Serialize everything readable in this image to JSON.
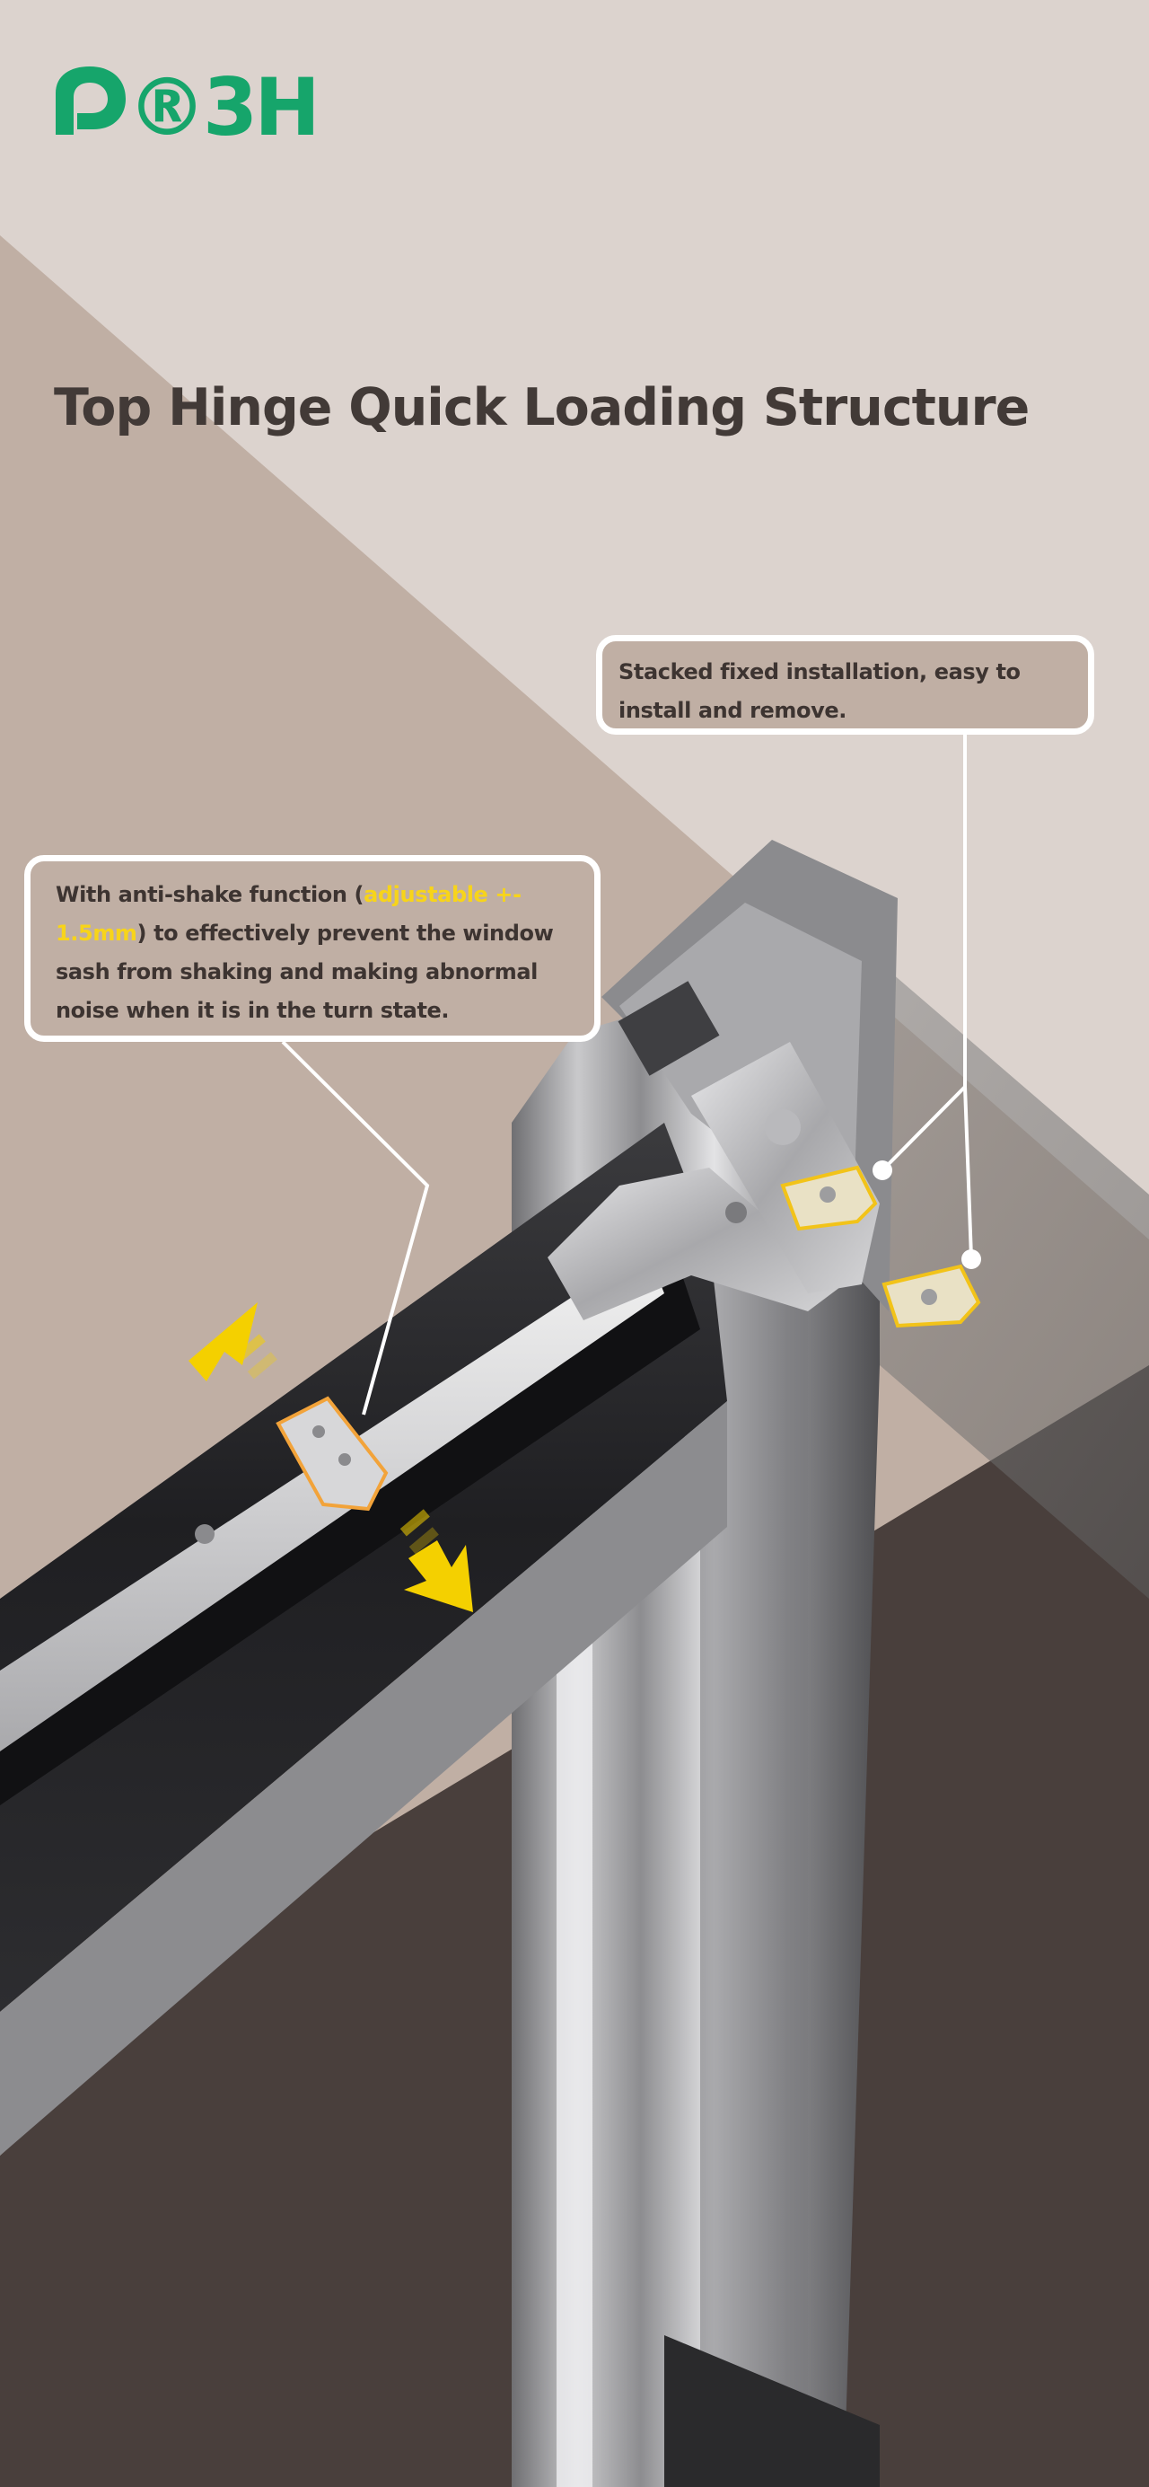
{
  "brand": {
    "logo_text": "®3H",
    "logo_color": "#16a56b"
  },
  "page": {
    "title": "Top Hinge Quick Loading Structure"
  },
  "callouts": {
    "stacked": {
      "text": "Stacked fixed installation, easy to install and remove."
    },
    "anti_shake": {
      "text_before": "With anti-shake function (",
      "highlight": "adjustable +- 1.5mm",
      "text_after": ") to effectively prevent the window sash from shaking and making abnormal noise when it is in the turn state."
    }
  },
  "colors": {
    "background_light": "#dcd3ce",
    "background_mid": "#c0afa4",
    "background_dark": "#493f3c",
    "title": "#423a37",
    "highlight": "#f7d41a",
    "arrow": "#f4d000",
    "bracket_outline": "#f2a33a"
  },
  "icons": {
    "direction_arrows": "arrow-icon"
  }
}
